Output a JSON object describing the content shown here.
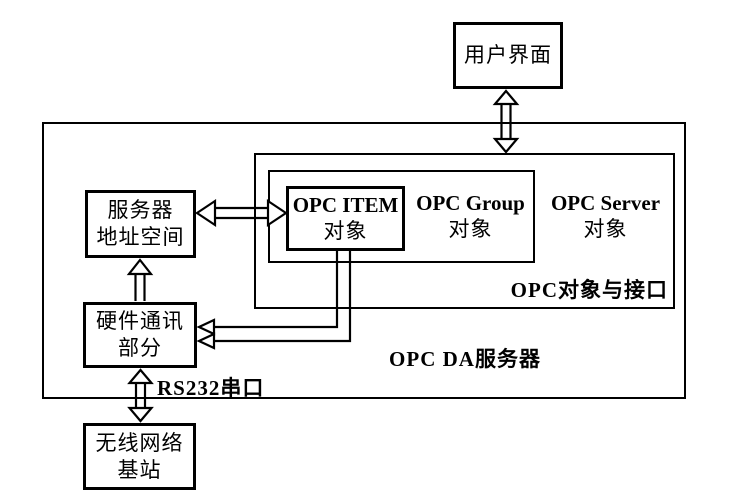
{
  "diagram": {
    "user_interface": {
      "label": "用户界面"
    },
    "server_address": {
      "line1": "服务器",
      "line2": "地址空间"
    },
    "hardware_comm": {
      "line1": "硬件通讯",
      "line2": "部分"
    },
    "wireless_base": {
      "line1": "无线网络",
      "line2": "基站"
    },
    "opc_item": {
      "line1": "OPC ITEM",
      "line2": "对象"
    },
    "opc_group": {
      "line1": "OPC Group",
      "line2": "对象"
    },
    "opc_server": {
      "line1": "OPC Server",
      "line2": "对象"
    },
    "opc_interface_label": "OPC对象与接口",
    "opc_da_label": "OPC DA服务器",
    "rs232_label": "RS232串口",
    "colors": {
      "line": "#000000",
      "background": "#ffffff"
    }
  }
}
